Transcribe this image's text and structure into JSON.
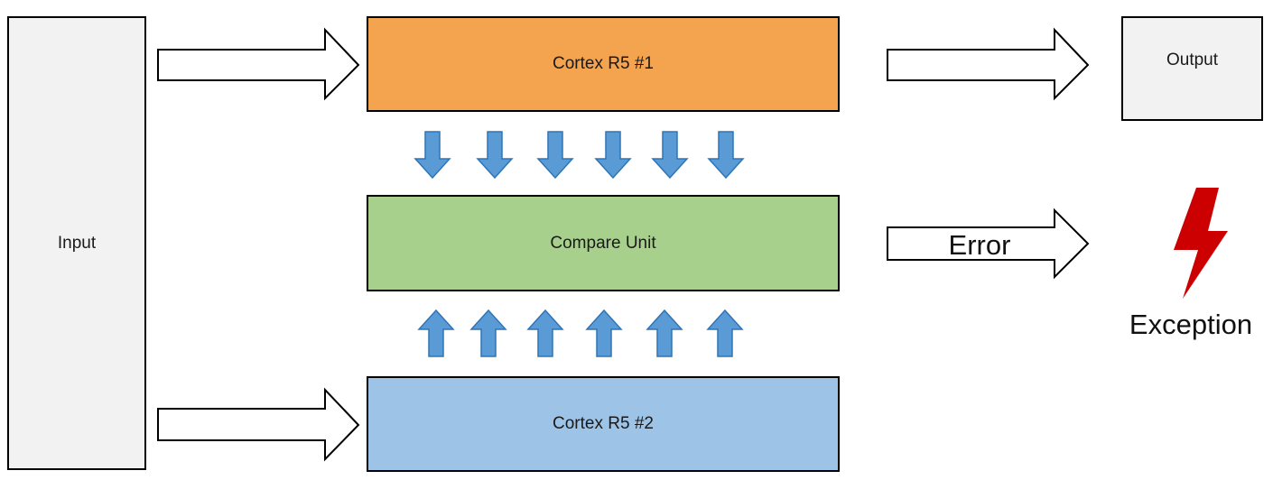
{
  "nodes": {
    "input": "Input",
    "core1": "Cortex R5 #1",
    "compare": "Compare Unit",
    "core2": "Cortex R5 #2",
    "output": "Output"
  },
  "edges": {
    "error": "Error"
  },
  "exception": {
    "label": "Exception",
    "icon": "lightning-icon"
  },
  "colors": {
    "core1_fill": "#f4a34e",
    "compare_fill": "#a8d08d",
    "core2_fill": "#9dc3e6",
    "input_fill": "#f2f2f2",
    "output_fill": "#f2f2f2",
    "compare_arrow_fill": "#5b9bd5",
    "compare_arrow_stroke": "#2e75b6",
    "lightning": "#cc0000"
  }
}
